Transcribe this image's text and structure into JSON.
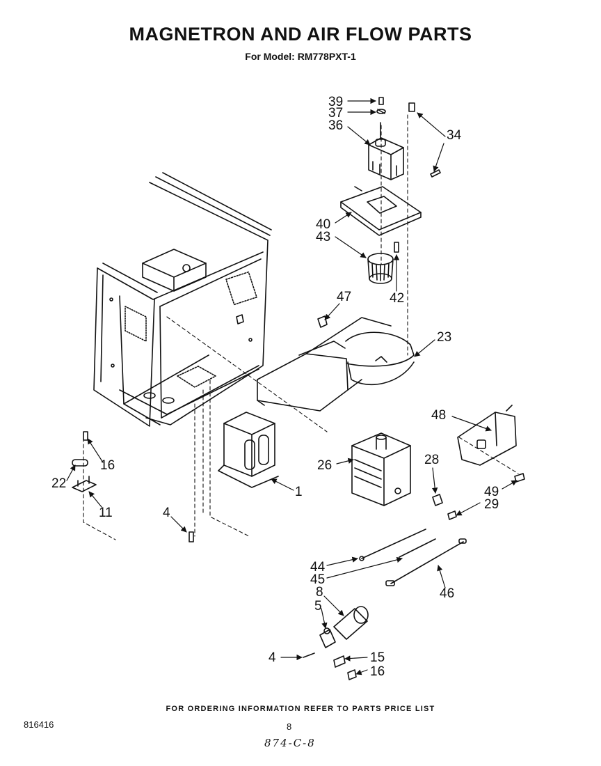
{
  "page": {
    "title": "MAGNETRON AND AIR FLOW PARTS",
    "subtitle": "For Model: RM778PXT-1",
    "footer_note": "FOR ORDERING INFORMATION REFER TO PARTS PRICE LIST",
    "doc_number": "816416",
    "page_number": "8",
    "handwritten_note": "874-C-8"
  },
  "callouts": [
    {
      "id": "39",
      "text": "39"
    },
    {
      "id": "37",
      "text": "37"
    },
    {
      "id": "36",
      "text": "36"
    },
    {
      "id": "34",
      "text": "34"
    },
    {
      "id": "40",
      "text": "40"
    },
    {
      "id": "43",
      "text": "43"
    },
    {
      "id": "42",
      "text": "42"
    },
    {
      "id": "47",
      "text": "47"
    },
    {
      "id": "23",
      "text": "23"
    },
    {
      "id": "48",
      "text": "48"
    },
    {
      "id": "26",
      "text": "26"
    },
    {
      "id": "28",
      "text": "28"
    },
    {
      "id": "49",
      "text": "49"
    },
    {
      "id": "29",
      "text": "29"
    },
    {
      "id": "16a",
      "text": "16"
    },
    {
      "id": "22",
      "text": "22"
    },
    {
      "id": "11",
      "text": "11"
    },
    {
      "id": "1",
      "text": "1"
    },
    {
      "id": "4a",
      "text": "4"
    },
    {
      "id": "44",
      "text": "44"
    },
    {
      "id": "45",
      "text": "45"
    },
    {
      "id": "46",
      "text": "46"
    },
    {
      "id": "8",
      "text": "8"
    },
    {
      "id": "5",
      "text": "5"
    },
    {
      "id": "4b",
      "text": "4"
    },
    {
      "id": "15",
      "text": "15"
    },
    {
      "id": "16b",
      "text": "16"
    }
  ]
}
